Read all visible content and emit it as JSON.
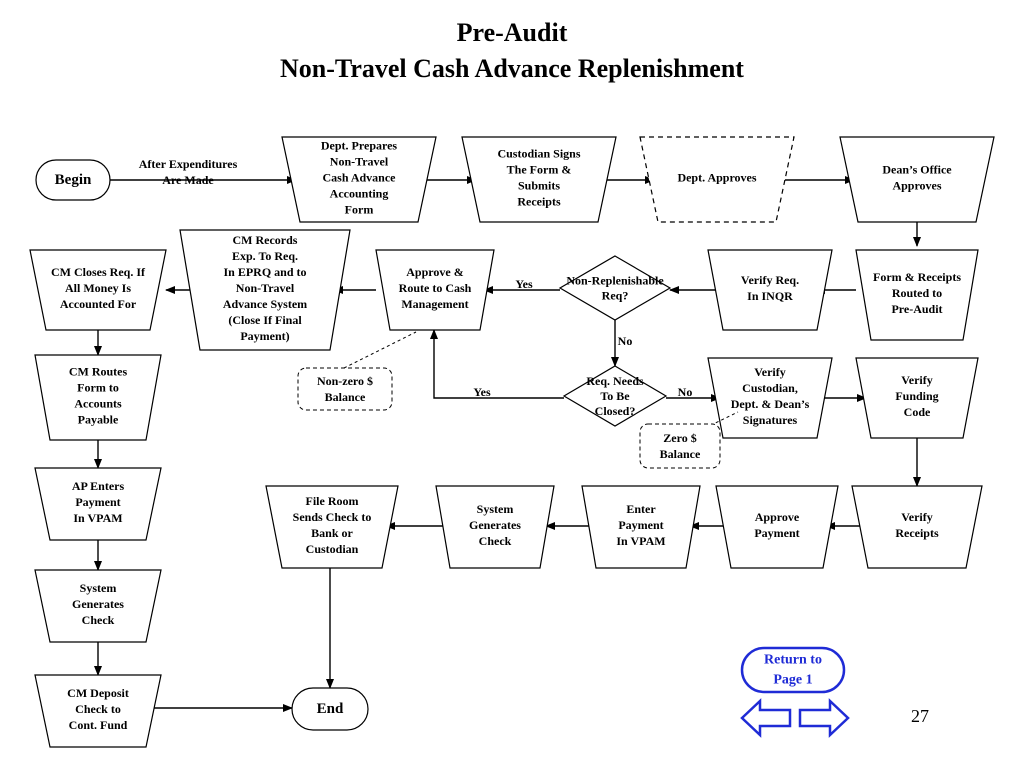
{
  "slide": {
    "title_line1": "Pre-Audit",
    "title_line2": "Non-Travel Cash Advance Replenishment",
    "page_number": "27"
  },
  "nodes": [
    {
      "id": "begin",
      "shape": "terminal",
      "lines": [
        "Begin"
      ]
    },
    {
      "id": "dept-prepares",
      "shape": "trapezoid",
      "lines": [
        "Dept. Prepares",
        "Non-Travel",
        "Cash Advance",
        "Accounting",
        "Form"
      ]
    },
    {
      "id": "custodian-signs",
      "shape": "trapezoid",
      "lines": [
        "Custodian Signs",
        "The Form &",
        "Submits",
        "Receipts"
      ]
    },
    {
      "id": "dept-approves",
      "shape": "trapezoid",
      "dashed": true,
      "lines": [
        "Dept. Approves"
      ]
    },
    {
      "id": "deans-office",
      "shape": "trapezoid",
      "lines": [
        "Dean’s Office",
        "Approves"
      ]
    },
    {
      "id": "form-receipts",
      "shape": "trapezoid",
      "lines": [
        "Form & Receipts",
        "Routed to",
        "Pre-Audit"
      ]
    },
    {
      "id": "verify-req",
      "shape": "trapezoid",
      "lines": [
        "Verify Req.",
        "In INQR"
      ]
    },
    {
      "id": "non-replenishable",
      "shape": "diamond",
      "lines": [
        "Non-Replenishable",
        "Req?"
      ]
    },
    {
      "id": "approve-route",
      "shape": "trapezoid",
      "lines": [
        "Approve &",
        "Route to Cash",
        "Management"
      ]
    },
    {
      "id": "cm-records",
      "shape": "trapezoid",
      "lines": [
        "CM Records",
        "Exp. To Req.",
        "In EPRQ and to",
        "Non-Travel",
        "Advance System",
        "(Close If Final",
        "Payment)"
      ]
    },
    {
      "id": "cm-closes",
      "shape": "trapezoid",
      "lines": [
        "CM Closes Req. If",
        "All Money Is",
        "Accounted For"
      ]
    },
    {
      "id": "cm-routes",
      "shape": "trapezoid",
      "lines": [
        "CM Routes",
        "Form to",
        "Accounts",
        "Payable"
      ]
    },
    {
      "id": "ap-enters",
      "shape": "trapezoid",
      "lines": [
        "AP Enters",
        "Payment",
        "In VPAM"
      ]
    },
    {
      "id": "system-generates-left",
      "shape": "trapezoid",
      "lines": [
        "System",
        "Generates",
        "Check"
      ]
    },
    {
      "id": "cm-deposit",
      "shape": "trapezoid",
      "lines": [
        "CM Deposit",
        "Check to",
        "Cont. Fund"
      ]
    },
    {
      "id": "end",
      "shape": "terminal",
      "lines": [
        "End"
      ]
    },
    {
      "id": "req-needs-closed",
      "shape": "diamond",
      "lines": [
        "Req. Needs",
        "To Be",
        "Closed?"
      ]
    },
    {
      "id": "verify-signatures",
      "shape": "trapezoid",
      "lines": [
        "Verify",
        "Custodian,",
        "Dept. & Dean’s",
        "Signatures"
      ]
    },
    {
      "id": "verify-funding",
      "shape": "trapezoid",
      "lines": [
        "Verify",
        "Funding",
        "Code"
      ]
    },
    {
      "id": "verify-receipts",
      "shape": "trapezoid",
      "lines": [
        "Verify",
        "Receipts"
      ]
    },
    {
      "id": "approve-payment",
      "shape": "trapezoid",
      "lines": [
        "Approve",
        "Payment"
      ]
    },
    {
      "id": "enter-payment",
      "shape": "trapezoid",
      "lines": [
        "Enter",
        "Payment",
        "In VPAM"
      ]
    },
    {
      "id": "system-generates-mid",
      "shape": "trapezoid",
      "lines": [
        "System",
        "Generates",
        "Check"
      ]
    },
    {
      "id": "file-room",
      "shape": "trapezoid",
      "lines": [
        "File Room",
        "Sends Check to",
        "Bank or",
        "Custodian"
      ]
    }
  ],
  "callouts": [
    {
      "id": "non-zero-balance",
      "lines": [
        "Non-zero $",
        "Balance"
      ]
    },
    {
      "id": "zero-balance",
      "lines": [
        "Zero $",
        "Balance"
      ]
    }
  ],
  "edges": [
    {
      "id": "begin-to-dept-prepares",
      "from": "begin",
      "to": "dept-prepares",
      "lines": [
        "After Expenditures",
        "Are Made"
      ]
    },
    {
      "id": "dept-prepares-to-custodian-signs",
      "from": "dept-prepares",
      "to": "custodian-signs",
      "lines": []
    },
    {
      "id": "custodian-signs-to-dept-approves",
      "from": "custodian-signs",
      "to": "dept-approves",
      "lines": []
    },
    {
      "id": "dept-approves-to-deans-office",
      "from": "dept-approves",
      "to": "deans-office",
      "lines": []
    },
    {
      "id": "deans-office-to-form-receipts",
      "from": "deans-office",
      "to": "form-receipts",
      "lines": []
    },
    {
      "id": "form-receipts-to-verify-req",
      "from": "form-receipts",
      "to": "verify-req",
      "lines": []
    },
    {
      "id": "verify-req-to-non-replenishable",
      "from": "verify-req",
      "to": "non-replenishable",
      "lines": []
    },
    {
      "id": "non-replenishable-to-approve-route",
      "from": "non-replenishable",
      "to": "approve-route",
      "lines": [
        "Yes"
      ]
    },
    {
      "id": "non-replenishable-to-req-needs-closed",
      "from": "non-replenishable",
      "to": "req-needs-closed",
      "lines": [
        "No"
      ]
    },
    {
      "id": "req-needs-closed-to-approve-route",
      "from": "req-needs-closed",
      "to": "approve-route",
      "lines": [
        "Yes"
      ]
    },
    {
      "id": "req-needs-closed-to-verify-signatures",
      "from": "req-needs-closed",
      "to": "verify-signatures",
      "lines": [
        "No"
      ]
    },
    {
      "id": "approve-route-to-cm-records",
      "from": "approve-route",
      "to": "cm-records",
      "lines": []
    },
    {
      "id": "cm-records-to-cm-closes",
      "from": "cm-records",
      "to": "cm-closes",
      "lines": []
    },
    {
      "id": "cm-closes-to-cm-routes",
      "from": "cm-closes",
      "to": "cm-routes",
      "lines": []
    },
    {
      "id": "cm-routes-to-ap-enters",
      "from": "cm-routes",
      "to": "ap-enters",
      "lines": []
    },
    {
      "id": "ap-enters-to-system-generates-left",
      "from": "ap-enters",
      "to": "system-generates-left",
      "lines": []
    },
    {
      "id": "system-generates-left-to-cm-deposit",
      "from": "system-generates-left",
      "to": "cm-deposit",
      "lines": []
    },
    {
      "id": "cm-deposit-to-end",
      "from": "cm-deposit",
      "to": "end",
      "lines": []
    },
    {
      "id": "verify-signatures-to-verify-funding",
      "from": "verify-signatures",
      "to": "verify-funding",
      "lines": []
    },
    {
      "id": "verify-funding-to-verify-receipts",
      "from": "verify-funding",
      "to": "verify-receipts",
      "lines": []
    },
    {
      "id": "verify-receipts-to-approve-payment",
      "from": "verify-receipts",
      "to": "approve-payment",
      "lines": []
    },
    {
      "id": "approve-payment-to-enter-payment",
      "from": "approve-payment",
      "to": "enter-payment",
      "lines": []
    },
    {
      "id": "enter-payment-to-system-generates-mid",
      "from": "enter-payment",
      "to": "system-generates-mid",
      "lines": []
    },
    {
      "id": "system-generates-mid-to-file-room",
      "from": "system-generates-mid",
      "to": "file-room",
      "lines": []
    },
    {
      "id": "file-room-to-end",
      "from": "file-room",
      "to": "end",
      "lines": []
    }
  ],
  "navigation": {
    "return_label_lines": [
      "Return to",
      "Page 1"
    ],
    "back_icon": "left-arrow-icon",
    "forward_icon": "right-arrow-icon",
    "accent_color": "#1f2bd6"
  }
}
